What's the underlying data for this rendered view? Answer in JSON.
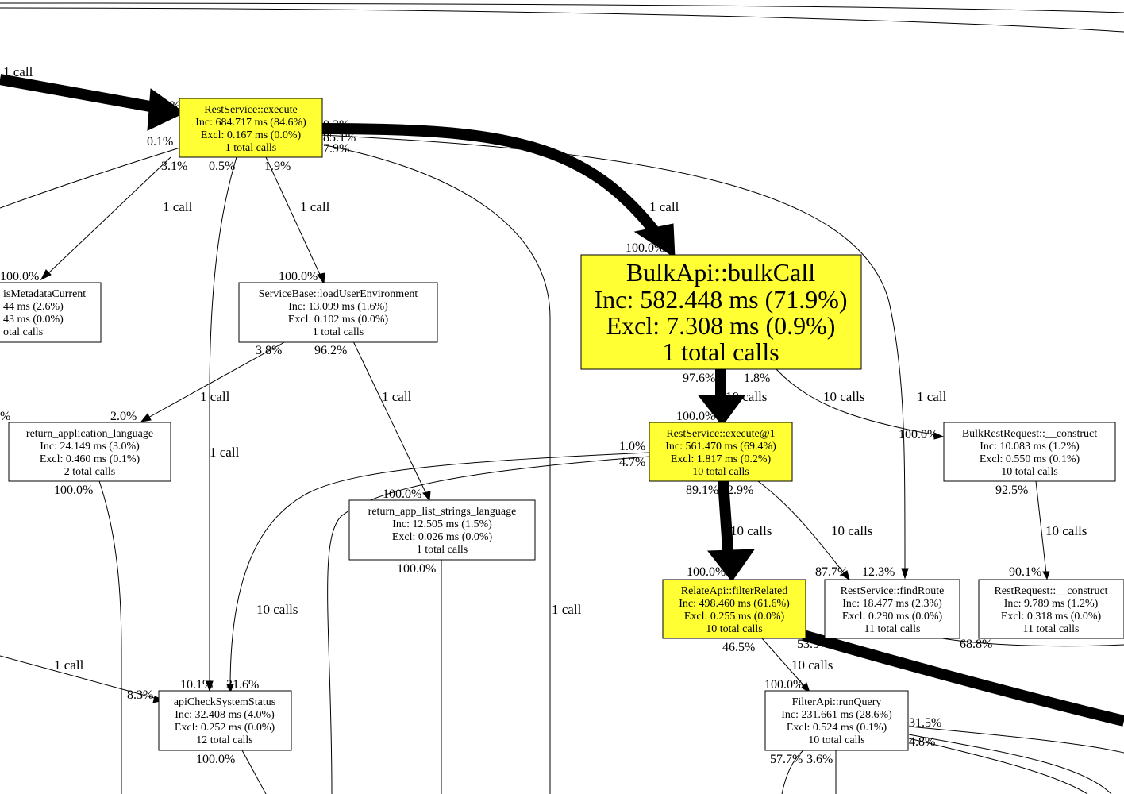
{
  "colors": {
    "hot": "#ffff33",
    "normal": "#ffffff",
    "line": "#000000"
  },
  "nodes": {
    "execute": {
      "name": "RestService::execute",
      "inc": "Inc: 684.717 ms (84.6%)",
      "excl": "Excl: 0.167 ms (0.0%)",
      "calls": "1 total calls",
      "hot": true
    },
    "metadata": {
      "name": "isMetadataCurrent",
      "inc": "44 ms (2.6%)",
      "excl": "43 ms (0.0%)",
      "calls": "otal calls",
      "hot": false
    },
    "loadenv": {
      "name": "ServiceBase::loadUserEnvironment",
      "inc": "Inc: 13.099 ms (1.6%)",
      "excl": "Excl: 0.102 ms (0.0%)",
      "calls": "1 total calls",
      "hot": false
    },
    "bulkcall": {
      "name": "BulkApi::bulkCall",
      "inc": "Inc: 582.448 ms (71.9%)",
      "excl": "Excl: 7.308 ms (0.9%)",
      "calls": "1 total calls",
      "hot": true
    },
    "applang": {
      "name": "return_application_language",
      "inc": "Inc: 24.149 ms (3.0%)",
      "excl": "Excl: 0.460 ms (0.1%)",
      "calls": "2 total calls",
      "hot": false
    },
    "execute1": {
      "name": "RestService::execute@1",
      "inc": "Inc: 561.470 ms (69.4%)",
      "excl": "Excl: 1.817 ms (0.2%)",
      "calls": "10 total calls",
      "hot": true
    },
    "bulkrest": {
      "name": "BulkRestRequest::__construct",
      "inc": "Inc: 10.083 ms (1.2%)",
      "excl": "Excl: 0.550 ms (0.1%)",
      "calls": "10 total calls",
      "hot": false
    },
    "applist": {
      "name": "return_app_list_strings_language",
      "inc": "Inc: 12.505 ms (1.5%)",
      "excl": "Excl: 0.026 ms (0.0%)",
      "calls": "1 total calls",
      "hot": false
    },
    "filterrel": {
      "name": "RelateApi::filterRelated",
      "inc": "Inc: 498.460 ms (61.6%)",
      "excl": "Excl: 0.255 ms (0.0%)",
      "calls": "10 total calls",
      "hot": true
    },
    "findroute": {
      "name": "RestService::findRoute",
      "inc": "Inc: 18.477 ms (2.3%)",
      "excl": "Excl: 0.290 ms (0.0%)",
      "calls": "11 total calls",
      "hot": false
    },
    "restreq": {
      "name": "RestRequest::__construct",
      "inc": "Inc: 9.789 ms (1.2%)",
      "excl": "Excl: 0.318 ms (0.0%)",
      "calls": "11 total calls",
      "hot": false
    },
    "apicheck": {
      "name": "apiCheckSystemStatus",
      "inc": "Inc: 32.408 ms (4.0%)",
      "excl": "Excl: 0.252 ms (0.0%)",
      "calls": "12 total calls",
      "hot": false
    },
    "runquery": {
      "name": "FilterApi::runQuery",
      "inc": "Inc: 231.661 ms (28.6%)",
      "excl": "Excl: 0.524 ms (0.1%)",
      "calls": "10 total calls",
      "hot": false
    }
  },
  "edge_labels": {
    "in_execute": "1 call",
    "execute_to_metadata": "1 call",
    "execute_to_loadenv": "1 call",
    "execute_to_bulkcall": "1 call",
    "execute_to_findroute": "1 call",
    "execute_to_bottom": "1 call",
    "loadenv_to_applang": "1 call",
    "loadenv_to_applist": "1 call",
    "execute_to_apicheck": "1 call",
    "bulkcall_to_execute1": "10 calls",
    "bulkcall_to_bulkrest": "10 calls",
    "execute1_to_apicheck": "10 calls",
    "execute1_to_filterrel": "10 calls",
    "execute1_to_findroute": "10 calls",
    "bulkrest_to_restreq": "10 calls",
    "left_to_apicheck": "1 call",
    "filterrel_to_runquery": "10 calls"
  },
  "percent_labels": {
    "p_execute_in_top": "100.0%",
    "p_execute_in_left": "0.1%",
    "p_execute_out_a": "0.3%",
    "p_execute_out_b": "85.1%",
    "p_execute_out_c": "7.9%",
    "p_execute_out_d": "3.1%",
    "p_execute_out_e": "0.5%",
    "p_execute_out_f": "1.9%",
    "p_bulkcall_in": "100.0%",
    "p_metadata_in": "100.0%",
    "p_loadenv_in": "100.0%",
    "p_loadenv_out_a": "3.8%",
    "p_loadenv_out_b": "96.2%",
    "p_bulkcall_out_a": "97.6%",
    "p_bulkcall_out_b": "1.8%",
    "p_applang_in_left": "%",
    "p_applang_in": "2.0%",
    "p_execute1_in": "100.0%",
    "p_bulkrest_in": "100.0%",
    "p_execute1_out_a": "1.0%",
    "p_execute1_out_b": "4.7%",
    "p_applang_out": "100.0%",
    "p_applist_in": "100.0%",
    "p_execute1_out_c": "89.1%",
    "p_execute1_out_d": "2.9%",
    "p_bulkrest_out": "92.5%",
    "p_applist_out": "100.0%",
    "p_filterrel_in": "100.0%",
    "p_findroute_in_a": "87.7%",
    "p_findroute_in_b": "12.3%",
    "p_restreq_in": "90.1%",
    "p_filterrel_out_a": "53.5%",
    "p_findroute_out": "68.8%",
    "p_filterrel_out_b": "46.5%",
    "p_apicheck_in_a": "10.1%",
    "p_apicheck_in_b": "31.6%",
    "p_apicheck_in_left": "8.3%",
    "p_runquery_in": "100.0%",
    "p_runquery_out_a": "31.5%",
    "p_runquery_out_b": "4.8%",
    "p_apicheck_out": "100.0%",
    "p_runquery_out_c": "57.7%",
    "p_runquery_out_d": "3.6%"
  }
}
